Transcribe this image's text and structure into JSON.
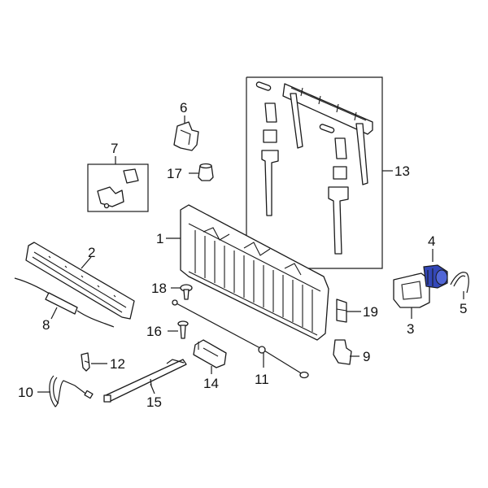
{
  "callouts": {
    "c1": "1",
    "c2": "2",
    "c3": "3",
    "c4": "4",
    "c5": "5",
    "c6": "6",
    "c7": "7",
    "c8": "8",
    "c9": "9",
    "c10": "10",
    "c11": "11",
    "c12": "12",
    "c13": "13",
    "c14": "14",
    "c15": "15",
    "c16": "16",
    "c17": "17",
    "c18": "18",
    "c19": "19"
  },
  "colors": {
    "highlight": "#3347b8",
    "line": "#1a1a1a",
    "background": "#ffffff"
  }
}
